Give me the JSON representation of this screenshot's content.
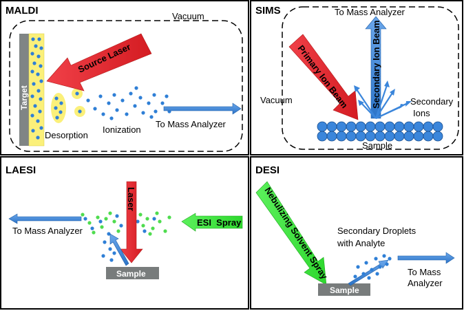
{
  "maldi": {
    "title": "MALDI",
    "vacuum": "Vacuum",
    "target": "Target",
    "laser": "Source Laser",
    "desorption": "Desorption",
    "ionization": "Ionization",
    "to_mass": "To Mass Analyzer"
  },
  "sims": {
    "title": "SIMS",
    "to_mass": "To Mass Analyzer",
    "primary": "Primary Ion Beam",
    "secondary_beam": "Secondary Ion Beam",
    "vacuum": "Vacuum",
    "secondary_ions_1": "Secondary",
    "secondary_ions_2": "Ions",
    "sample": "Sample"
  },
  "laesi": {
    "title": "LAESI",
    "laser": "Laser",
    "esi": "ESI  Spray",
    "to_mass": "To Mass Analyzer",
    "sample": "Sample"
  },
  "desi": {
    "title": "DESI",
    "nebulizing": "Nebulizing Solvent Spray",
    "secondary_1": "Secondary Droplets",
    "secondary_2": "with Analyte",
    "sample": "Sample",
    "to_mass_1": "To Mass",
    "to_mass_2": "Analyzer"
  },
  "colors": {
    "red": "#e8232a",
    "blue": "#2f7fd6",
    "green": "#39e639",
    "yellow": "#fbf07a",
    "gray": "#787c7c"
  }
}
